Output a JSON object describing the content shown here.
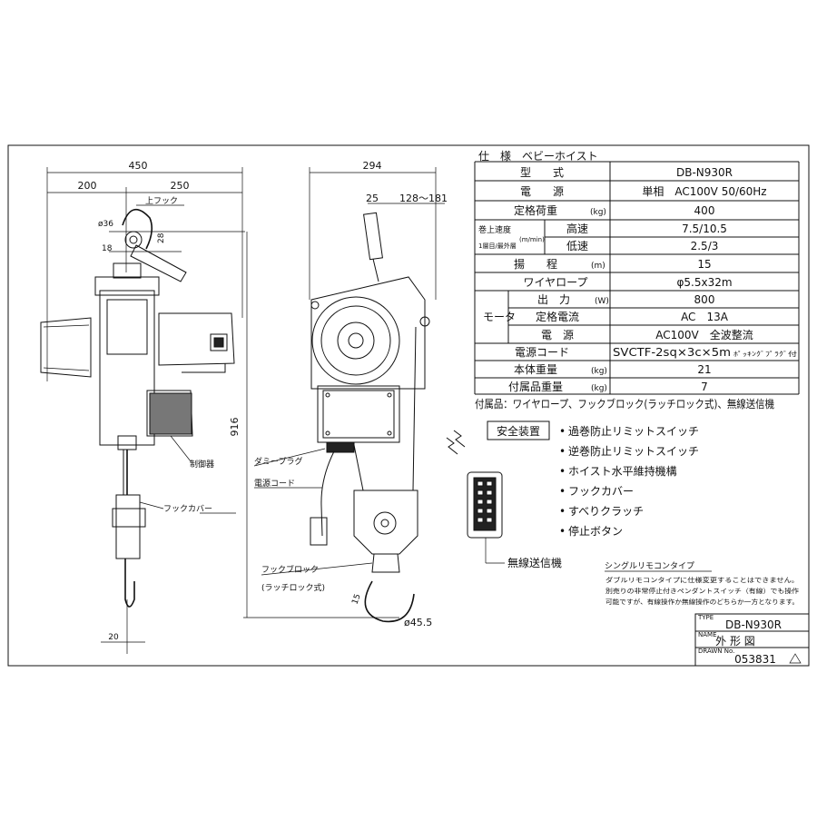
{
  "spec_table": {
    "header": "仕　様　ベビーホイスト",
    "rows": [
      {
        "label": "型　　式",
        "unit": "",
        "value": "DB-N930R"
      },
      {
        "label": "電　　源",
        "unit": "",
        "value": "単相　AC100V 50/60Hz"
      },
      {
        "label": "定格荷重",
        "unit": "(kg)",
        "value": "400"
      },
      {
        "label": "巻上速度",
        "unit": "(m/min)",
        "sub_label": "1層目/最外層",
        "sub": [
          {
            "name": "高速",
            "value": "7.5/10.5"
          },
          {
            "name": "低速",
            "value": "2.5/3"
          }
        ]
      },
      {
        "label": "揚　　程",
        "unit": "(m)",
        "value": "15"
      },
      {
        "label": "ワイヤロープ",
        "unit": "",
        "value": "φ5.5x32m"
      },
      {
        "label": "モータ",
        "unit": "",
        "sub": [
          {
            "name": "出　力",
            "unit": "(W)",
            "value": "800"
          },
          {
            "name": "定格電流",
            "unit": "",
            "value": "AC　13A"
          },
          {
            "name": "電　源",
            "unit": "",
            "value": "AC100V　全波整流"
          }
        ]
      },
      {
        "label": "電源コード",
        "unit": "",
        "value": "SVCTF-2sq×3c×5m",
        "value_suffix": "ﾎﾟｯｷﾝｸﾞﾌﾟﾗｸﾞ付"
      },
      {
        "label": "本体重量",
        "unit": "(kg)",
        "value": "21"
      },
      {
        "label": "付属品重量",
        "unit": "(kg)",
        "value": "7"
      }
    ],
    "accessories": "付属品：ワイヤロープ、フックブロック(ラッチロック式)、無線送信機"
  },
  "safety": {
    "title": "安全装置",
    "items": [
      "過巻防止リミットスイッチ",
      "逆巻防止リミットスイッチ",
      "ホイスト水平維持機構",
      "フックカバー",
      "すべりクラッチ",
      "停止ボタン"
    ]
  },
  "remote": {
    "label": "無線送信機",
    "type_title": "シングルリモコンタイプ",
    "notes": [
      "ダブルリモコンタイプに仕様変更することはできません。",
      "別売りの非常停止付きペンダントスイッチ（有線）でも操作",
      "可能ですが、有線操作か無線操作のどちらか一方となります。"
    ]
  },
  "title_block": {
    "type_label": "TYPE",
    "type_value": "DB-N930R",
    "name_label": "NAME",
    "name_value": "外 形 図",
    "drawn_label": "DRAWN No.",
    "drawn_value": "053831"
  },
  "dimensions": {
    "left_width": "450",
    "left_a": "200",
    "left_b": "250",
    "hook_dia": "ø36",
    "hook_a": "18",
    "hook_b": "28",
    "height": "916",
    "bottom": "20",
    "right_width": "294",
    "rope_a": "25",
    "rope_b": "128～181",
    "lower_a": "15",
    "lower_dia": "ø45.5"
  },
  "labels": {
    "upper_hook": "上フック",
    "controller": "制御器",
    "hook_cover": "フックカバー",
    "dummy_plug": "ダミープラグ",
    "power_cord": "電源コード",
    "hook_block": "フックブロック",
    "latch_lock": "(ラッチロック式)"
  }
}
